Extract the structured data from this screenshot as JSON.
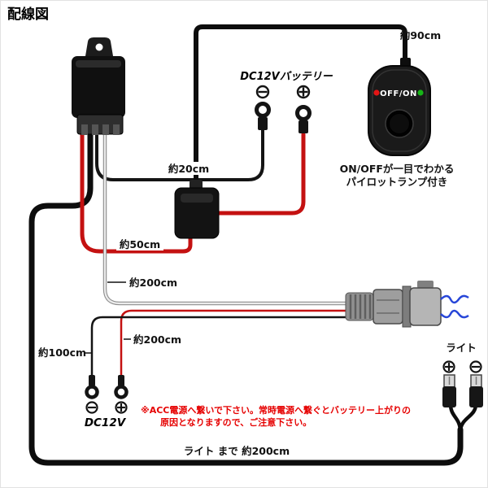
{
  "title": "配線図",
  "battery": {
    "label": "DC12Vバッテリー"
  },
  "switch": {
    "face": "OFF/ON",
    "note1": "ON/OFFが一目でわかる",
    "note2": "パイロットランプ付き"
  },
  "lengths": {
    "switch_cable": "約90cm",
    "ground_wire": "約20cm",
    "fuse_wire": "約50cm",
    "trigger_wire": "約200cm",
    "acc_ground": "約100cm",
    "acc_power": "約200cm",
    "light_run": "ライト まで 約200cm"
  },
  "acc": {
    "label": "DC12V"
  },
  "light": {
    "label": "ライト"
  },
  "warning": {
    "line1": "※ACC電源へ繋いで下さい。常時電源へ繋ぐとバッテリー上がりの",
    "line2": "原因となりますので、ご注意下さい。"
  },
  "colors": {
    "wire_red": "#c41111",
    "wire_black": "#0d0d0d",
    "wire_white": "#ececec",
    "wire_blue": "#2746d8",
    "led_red": "#e31515",
    "led_green": "#17b517",
    "warning_red": "#e60000"
  }
}
